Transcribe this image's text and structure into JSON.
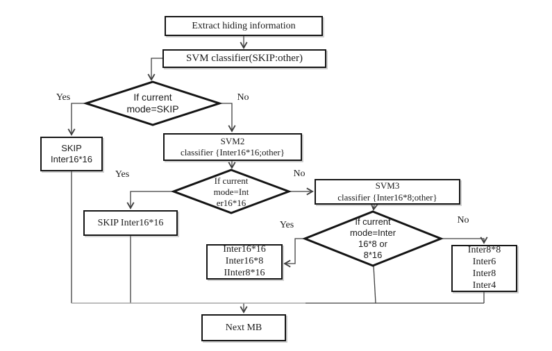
{
  "figure": {
    "type": "flowchart",
    "background": "#ffffff",
    "line_color": "#3f3f3f",
    "faded_line_color": "#a6a6a6",
    "node_border_color": "#141414",
    "text_color": "#1a1a1a"
  },
  "nodes": [
    {
      "id": "extract",
      "shape": "process",
      "lines": [
        "Extract hiding information"
      ]
    },
    {
      "id": "svm1",
      "shape": "process",
      "lines": [
        "SVM classifier(SKIP:other)"
      ]
    },
    {
      "id": "decision-skip",
      "shape": "decision",
      "lines": [
        "If current",
        "mode=SKIP"
      ]
    },
    {
      "id": "skip-inter16",
      "shape": "process",
      "lines": [
        "SKIP",
        "Inter16*16"
      ]
    },
    {
      "id": "svm2",
      "shape": "process",
      "lines": [
        "SVM2",
        "classifier {Inter16*16;other}"
      ]
    },
    {
      "id": "decision-inter16x16",
      "shape": "decision",
      "lines": [
        "If current",
        "mode=Int",
        "er16*16"
      ]
    },
    {
      "id": "skip-inter16x16",
      "shape": "process",
      "lines": [
        "SKIP Inter16*16"
      ]
    },
    {
      "id": "svm3",
      "shape": "process",
      "lines": [
        "SVM3",
        "classifier {Inter16*8;other}"
      ]
    },
    {
      "id": "decision-inter16x8",
      "shape": "decision",
      "lines": [
        "If current",
        "mode=Inter",
        "16*8 or",
        "8*16"
      ]
    },
    {
      "id": "modes-inter16",
      "shape": "process",
      "lines": [
        "Inter16*16",
        "Inter16*8",
        "IInter8*16"
      ]
    },
    {
      "id": "modes-inter8",
      "shape": "process",
      "lines": [
        "Inter8*8",
        "Inter6",
        "Inter8",
        "Inter4"
      ]
    },
    {
      "id": "next-mb",
      "shape": "process",
      "lines": [
        "Next MB"
      ]
    }
  ],
  "branch_labels": [
    {
      "id": "yes-1",
      "text": "Yes"
    },
    {
      "id": "no-1",
      "text": "No"
    },
    {
      "id": "yes-2",
      "text": "Yes"
    },
    {
      "id": "no-2",
      "text": "No"
    },
    {
      "id": "yes-3",
      "text": "Yes"
    },
    {
      "id": "no-3",
      "text": "No"
    }
  ]
}
